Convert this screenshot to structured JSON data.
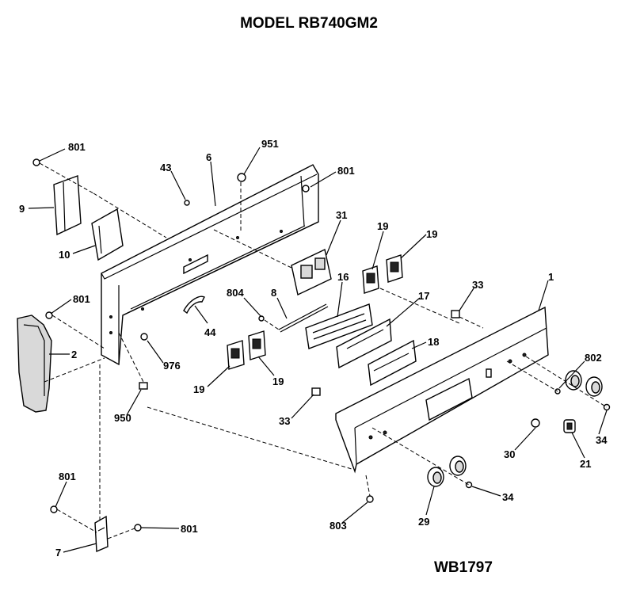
{
  "title": "MODEL RB740GM2",
  "diagram_code": "WB1797",
  "callouts": {
    "c801_top": "801",
    "c9": "9",
    "c10": "10",
    "c43": "43",
    "c6": "6",
    "c951": "951",
    "c801_upper_right": "801",
    "c31": "31",
    "c19_a": "19",
    "c19_b": "19",
    "c33_right": "33",
    "c1": "1",
    "c801_mid_left": "801",
    "c2": "2",
    "c976": "976",
    "c44": "44",
    "c804": "804",
    "c8": "8",
    "c16": "16",
    "c17": "17",
    "c18": "18",
    "c802": "802",
    "c19_c": "19",
    "c19_d": "19",
    "c950": "950",
    "c33_left": "33",
    "c34_right": "34",
    "c21": "21",
    "c30": "30",
    "c801_bottom_left": "801",
    "c801_bottom_right": "801",
    "c7": "7",
    "c803": "803",
    "c29": "29",
    "c34_bottom": "34"
  }
}
